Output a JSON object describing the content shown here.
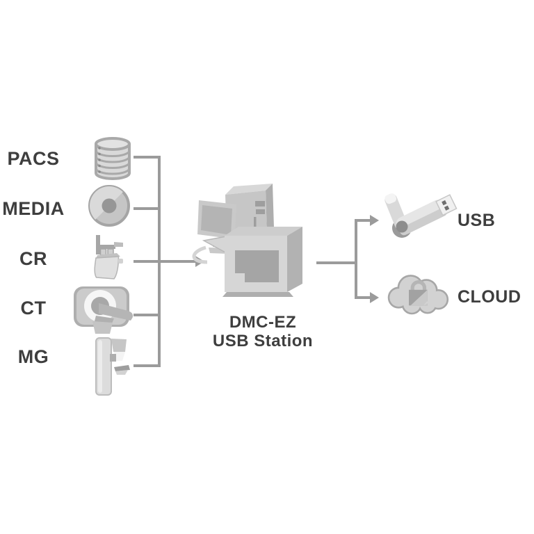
{
  "diagram": {
    "station": {
      "title_line1": "DMC-EZ",
      "title_line2": "USB Station",
      "icon": "usb-station-workstation-icon"
    },
    "sources": [
      {
        "label": "PACS",
        "icon": "database-icon"
      },
      {
        "label": "MEDIA",
        "icon": "disc-icon"
      },
      {
        "label": "CR",
        "icon": "cr-scanner-icon"
      },
      {
        "label": "CT",
        "icon": "ct-scanner-icon"
      },
      {
        "label": "MG",
        "icon": "mammography-icon"
      }
    ],
    "destinations": [
      {
        "label": "USB",
        "icon": "usb-flash-drive-icon"
      },
      {
        "label": "CLOUD",
        "icon": "secure-cloud-icon"
      }
    ],
    "colors": {
      "text": "#3e3e3e",
      "connector": "#9b9b9b",
      "background": "#ffffff",
      "icon_light": "#d9d9d9",
      "icon_mid": "#b5b5b5",
      "icon_dark": "#9a9a9a"
    }
  }
}
